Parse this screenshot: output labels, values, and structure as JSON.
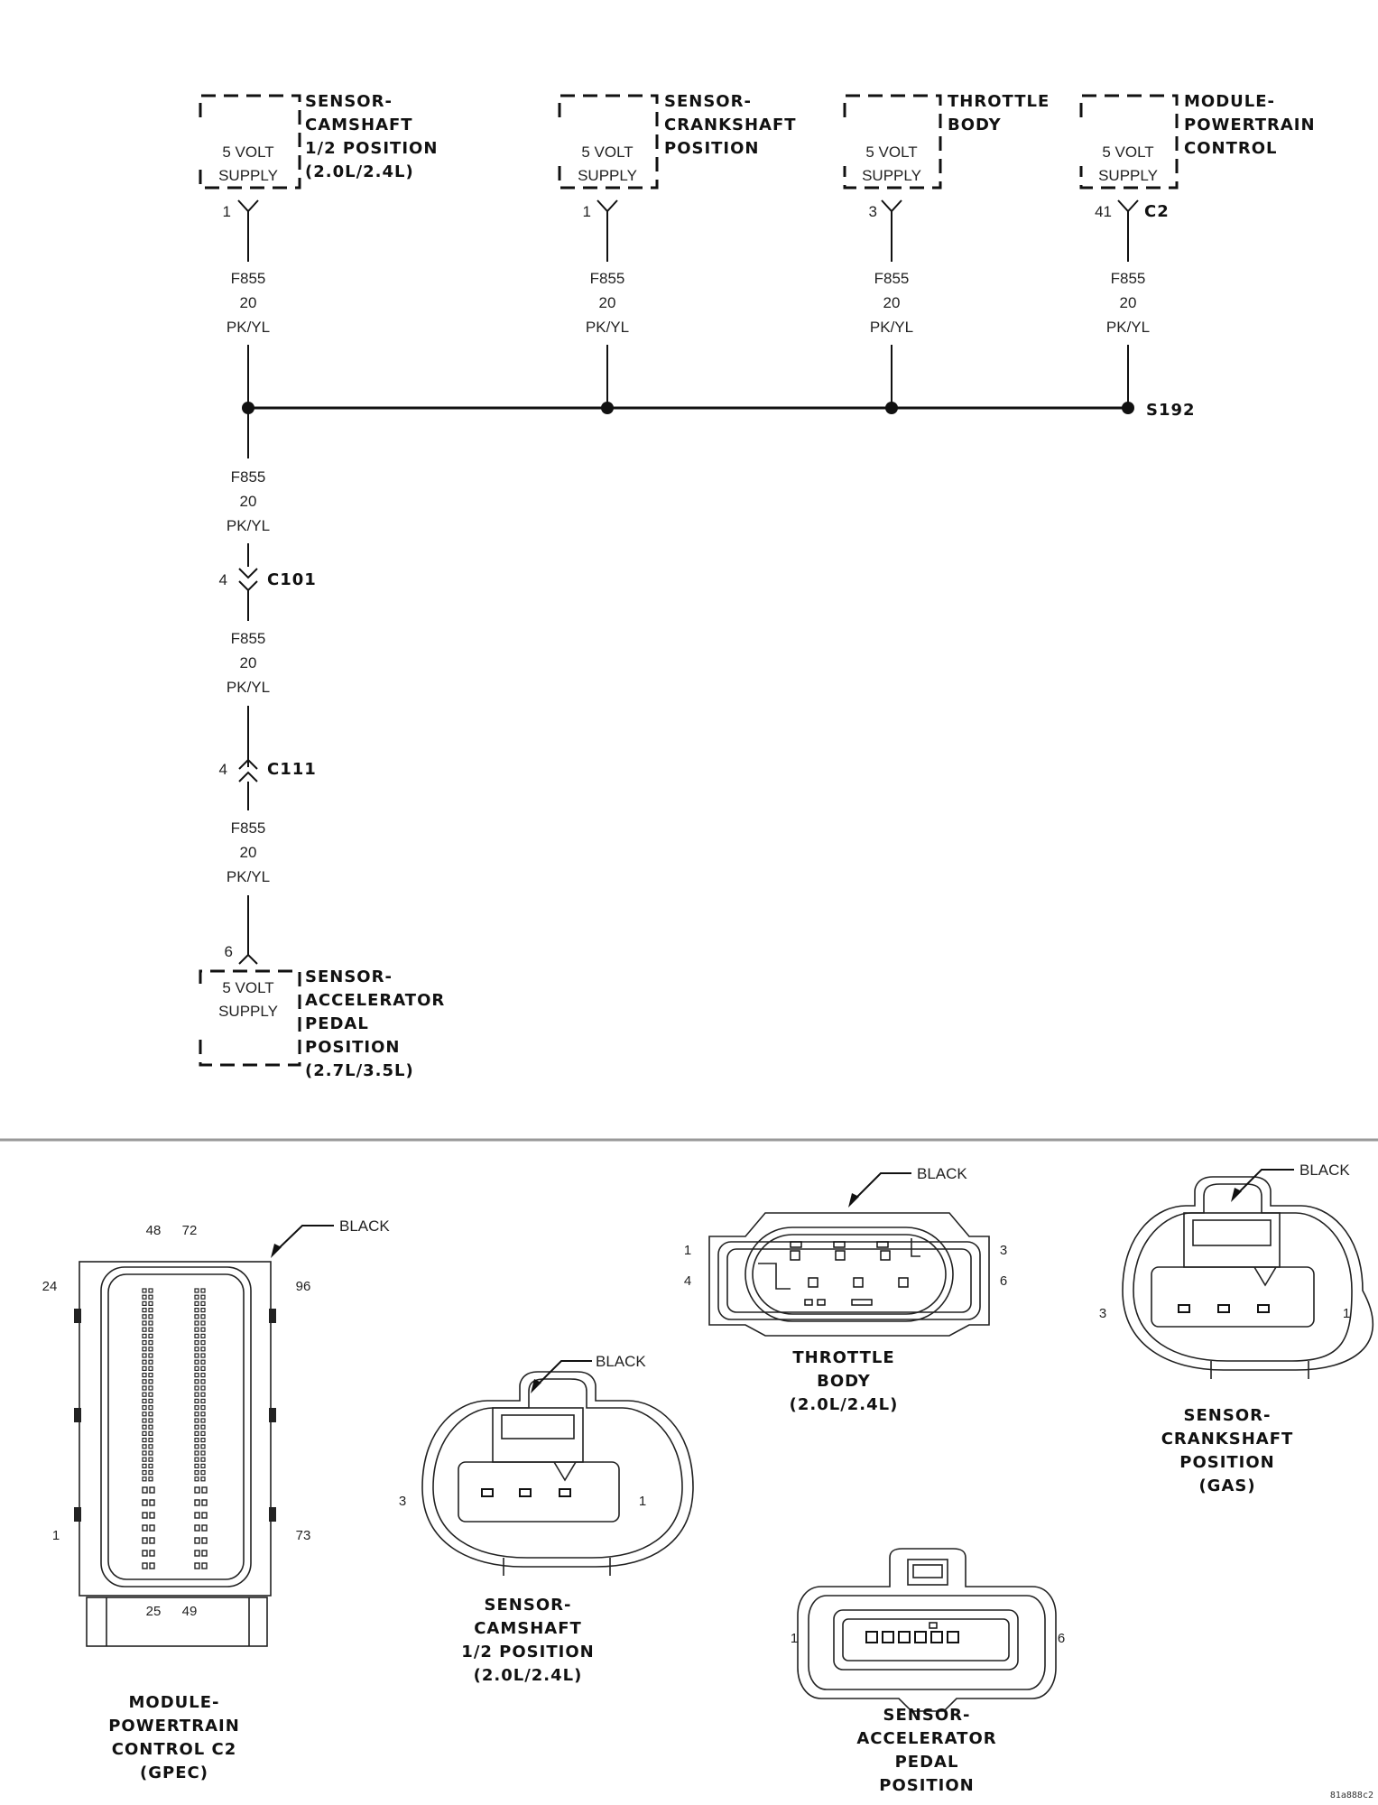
{
  "top_components": [
    {
      "name_lines": [
        "SENSOR-",
        "CAMSHAFT",
        "1/2 POSITION",
        "(2.0L/2.4L)"
      ],
      "box_lines": [
        "5 VOLT",
        "SUPPLY"
      ],
      "pin": "1",
      "connector": ""
    },
    {
      "name_lines": [
        "SENSOR-",
        "CRANKSHAFT",
        "POSITION"
      ],
      "box_lines": [
        "5 VOLT",
        "SUPPLY"
      ],
      "pin": "1",
      "connector": ""
    },
    {
      "name_lines": [
        "THROTTLE",
        "BODY"
      ],
      "box_lines": [
        "5 VOLT",
        "SUPPLY"
      ],
      "pin": "3",
      "connector": ""
    },
    {
      "name_lines": [
        "MODULE-",
        "POWERTRAIN",
        "CONTROL"
      ],
      "box_lines": [
        "5 VOLT",
        "SUPPLY"
      ],
      "pin": "41",
      "connector": "C2"
    }
  ],
  "wire": {
    "circuit": "F855",
    "gauge": "20",
    "color": "PK/YL"
  },
  "splice": "S192",
  "inline_connectors": [
    {
      "pin": "4",
      "name": "C101"
    },
    {
      "pin": "4",
      "name": "C111"
    }
  ],
  "bottom_component": {
    "name_lines": [
      "SENSOR-",
      "ACCELERATOR",
      "PEDAL",
      "POSITION",
      "(2.7L/3.5L)"
    ],
    "box_lines": [
      "5 VOLT",
      "SUPPLY"
    ],
    "pin": "6"
  },
  "connector_views": {
    "pcm": {
      "color": "BLACK",
      "pins_top": [
        "48",
        "72"
      ],
      "pins_bottom": [
        "25",
        "49"
      ],
      "pin_tl": "24",
      "pin_tr": "96",
      "pin_bl": "1",
      "pin_br": "73",
      "caption": [
        "MODULE-",
        "POWERTRAIN",
        "CONTROL C2",
        "(GPEC)"
      ]
    },
    "camshaft": {
      "color": "BLACK",
      "pin_left": "3",
      "pin_right": "1",
      "caption": [
        "SENSOR-",
        "CAMSHAFT",
        "1/2 POSITION",
        "(2.0L/2.4L)"
      ]
    },
    "throttle": {
      "color": "BLACK",
      "pin_tl": "1",
      "pin_bl": "4",
      "pin_tr": "3",
      "pin_br": "6",
      "caption": [
        "THROTTLE",
        "BODY",
        "(2.0L/2.4L)"
      ]
    },
    "crankshaft": {
      "color": "BLACK",
      "pin_left": "3",
      "pin_right": "1",
      "caption": [
        "SENSOR-",
        "CRANKSHAFT",
        "POSITION",
        "(GAS)"
      ]
    },
    "accelerator": {
      "pin_left": "1",
      "pin_right": "6",
      "caption": [
        "SENSOR-",
        "ACCELERATOR",
        "PEDAL",
        "POSITION"
      ]
    }
  },
  "figure_id": "81a888c2"
}
